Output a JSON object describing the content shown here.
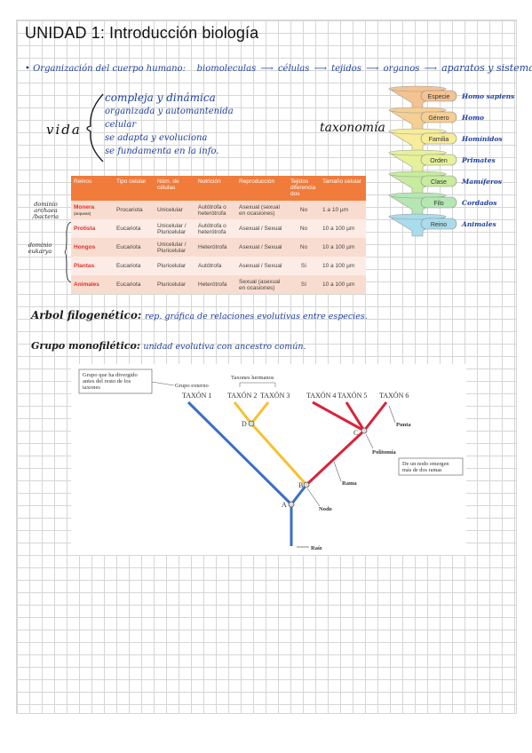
{
  "title": "UNIDAD 1: Introducción biología",
  "organizacion": {
    "label": "Organización del cuerpo humano:",
    "steps": [
      "biomoleculas",
      "células",
      "tejidos",
      "organos",
      "aparatos y sistemas"
    ]
  },
  "vida": {
    "label": "vida",
    "items": [
      "compleja y dinámica",
      "organizada y automantenida",
      "celular",
      "se adapta y evoluciona",
      "se fundamenta en la info."
    ]
  },
  "taxonomia": {
    "label": "taxonomía",
    "levels": [
      {
        "rank": "Especie",
        "example": "Homo sapiens",
        "color": "#f4c391"
      },
      {
        "rank": "Género",
        "example": "Homo",
        "color": "#f6cf94"
      },
      {
        "rank": "Familia",
        "example": "Homínidos",
        "color": "#f6ec9a"
      },
      {
        "rank": "Orden",
        "example": "Primates",
        "color": "#e6f19a"
      },
      {
        "rank": "Clase",
        "example": "Mamíferos",
        "color": "#c7ec9d"
      },
      {
        "rank": "Filo",
        "example": "Cordados",
        "color": "#b5e7b3"
      },
      {
        "rank": "Reino",
        "example": "Animales",
        "color": "#a9dcec"
      }
    ]
  },
  "tabla": {
    "headers": [
      "Reinos",
      "Tipo celular",
      "Núm. de células",
      "Nutrición",
      "Reproducción",
      "Tejidos diferencia dos",
      "Tamaño celular"
    ],
    "rows": [
      [
        "Monera",
        "Procariota",
        "Unicelular",
        "Autótrofa o heterótrofa",
        "Asexual (sexual en ocasiones)",
        "No",
        "1 a 10 µm"
      ],
      [
        "Protista",
        "Eucariota",
        "Unicelular / Pluricelular",
        "Autótrofa o heterótrofa",
        "Asexual / Sexual",
        "No",
        "10 a 100 µm"
      ],
      [
        "Hongos",
        "Eucariota",
        "Unicelular / Pluricelular",
        "Heterótrofa",
        "Asexual / Sexual",
        "No",
        "10 a 100 µm"
      ],
      [
        "Plantas",
        "Eucariota",
        "Pluricelular",
        "Autótrofa",
        "Asexual / Sexual",
        "Sí",
        "10 a 100 µm"
      ],
      [
        "Animales",
        "Eucariota",
        "Pluricelular",
        "Heterótrofa",
        "Sexual (asexual en ocasiones)",
        "Sí",
        "10 a 100 µm"
      ]
    ],
    "monera_note": "(arqueas)",
    "dominio1": [
      "dominio",
      "archaea /bacteria"
    ],
    "dominio2": [
      "dominio",
      "eukarya"
    ]
  },
  "arbol": {
    "label": "Arbol filogenético:",
    "def": "rep. gráfica de relaciones evolutivas entre especies."
  },
  "grupo": {
    "label": "Grupo monofilético:",
    "def": "unidad evolutiva con ancestro común."
  },
  "tree": {
    "grupo_externo_note": [
      "Grupo que ha divergido",
      "antes del resto de los",
      "taxones"
    ],
    "grupo_externo": "Grupo externo",
    "taxones_hermanos": "Taxones hermanos",
    "taxa": [
      "TAXÓN 1",
      "TAXÓN 2",
      "TAXÓN 3",
      "TAXÓN 4",
      "TAXÓN 5",
      "TAXÓN 6"
    ],
    "nodes": [
      "A",
      "B",
      "C",
      "D"
    ],
    "punta": "Punta",
    "politomia": "Politomía",
    "politomia_note": [
      "De un nodo emergen",
      "más de dos ramas"
    ],
    "rama": "Rama",
    "nodo": "Nodo",
    "raiz": "Raíz",
    "colors": {
      "blue": "#3a6fc8",
      "yellow": "#f6c12c",
      "red": "#d9233a"
    }
  }
}
